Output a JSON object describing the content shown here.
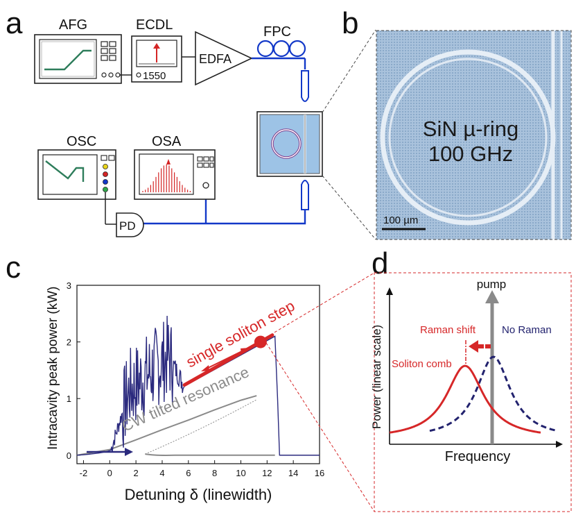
{
  "panels": {
    "a": "a",
    "b": "b",
    "c": "c",
    "d": "d"
  },
  "setup": {
    "afg": "AFG",
    "ecdl": "ECDL",
    "ecdl_wavelength": "1550",
    "edfa": "EDFA",
    "fpc": "FPC",
    "osc": "OSC",
    "osa": "OSA",
    "pd": "PD"
  },
  "micrograph": {
    "title_line1": "SiN µ-ring",
    "title_line2": "100 GHz",
    "scale_bar": "100 µm"
  },
  "chart_c": {
    "ylabel": "Intracavity peak power (kW)",
    "xlabel": "Detuning δ (linewidth)",
    "soliton_label": "single soliton step",
    "cw_label": "CW tilted resonance"
  },
  "chart_d": {
    "pump": "pump",
    "raman_shift": "Raman shift",
    "no_raman": "No Raman",
    "soliton_comb": "Soliton comb",
    "ylabel": "Power (linear scale)",
    "xlabel": "Frequency"
  },
  "chart_data": {
    "type": "line",
    "xlabel": "Detuning δ (linewidth)",
    "ylabel": "Intracavity peak power (kW)",
    "xlim": [
      -2.5,
      16
    ],
    "ylim": [
      -0.15,
      3
    ],
    "xticks": [
      "-2",
      "0",
      "2",
      "4",
      "6",
      "8",
      "10",
      "12",
      "14",
      "16"
    ],
    "yticks": [
      "0",
      "1",
      "2",
      "3"
    ],
    "series": [
      {
        "name": "single soliton step",
        "x": [
          -2.5,
          -1,
          0,
          0.3,
          1,
          2,
          3,
          4,
          5,
          5.6,
          6,
          8,
          10,
          12,
          12.6,
          12.9,
          16
        ],
        "y": [
          0.0,
          0.03,
          0.08,
          0.35,
          0.95,
          1.55,
          1.85,
          1.95,
          1.5,
          1.2,
          1.28,
          1.5,
          1.75,
          2.0,
          2.1,
          0.0,
          0.0
        ]
      },
      {
        "name": "CW tilted resonance",
        "x": [
          -2.5,
          0,
          2,
          4,
          6,
          8,
          10,
          11.2
        ],
        "y": [
          0.0,
          0.1,
          0.27,
          0.45,
          0.62,
          0.8,
          0.97,
          1.05
        ]
      }
    ]
  }
}
